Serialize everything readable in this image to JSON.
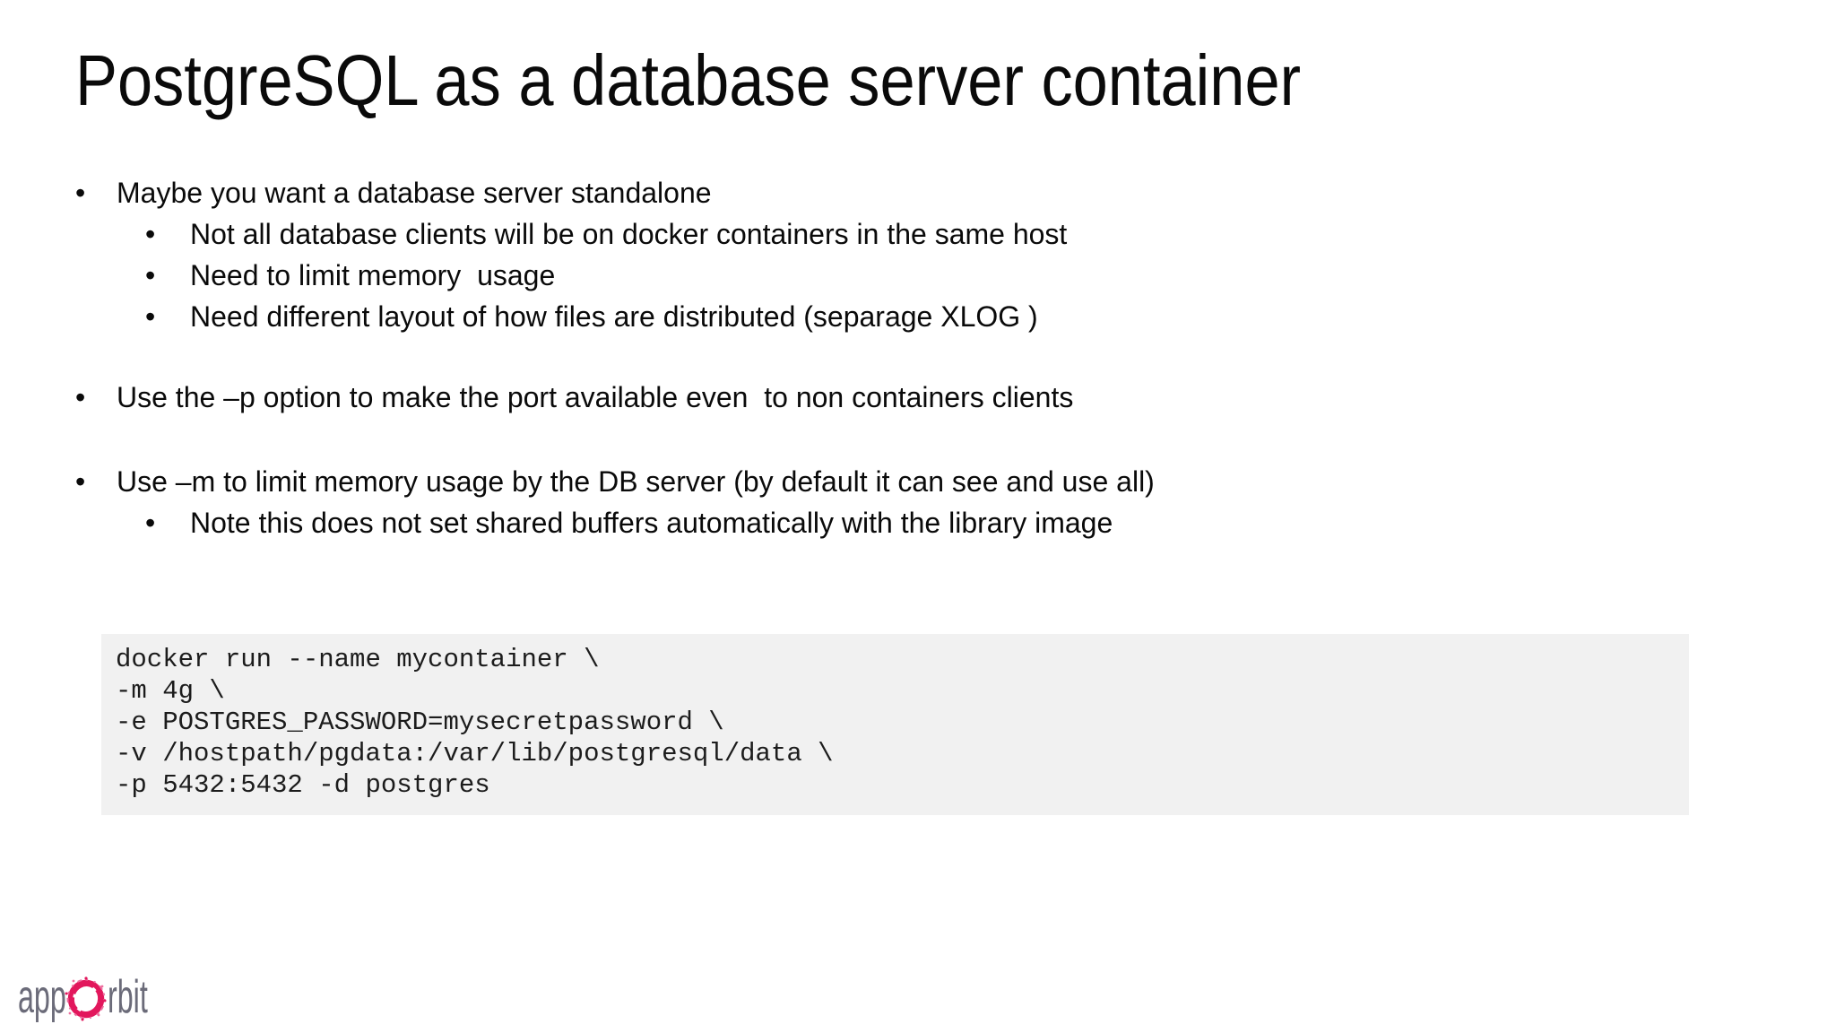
{
  "slide": {
    "title": "PostgreSQL as a database server container"
  },
  "bullets": {
    "marker": "•",
    "items": [
      {
        "level": 1,
        "text": "Maybe you want a database server standalone"
      },
      {
        "level": 2,
        "text": "Not all database clients will be on docker containers in the same host"
      },
      {
        "level": 2,
        "text": "Need to limit memory  usage"
      },
      {
        "level": 2,
        "text": "Need different layout of how files are distributed (separage XLOG )"
      },
      {
        "level": 1,
        "text": "Use the –p option to make the port available even  to non containers clients"
      },
      {
        "level": 1,
        "text": "Use –m to limit memory usage by the DB server (by default it can see and use all)"
      },
      {
        "level": 2,
        "text": "Note this does not set shared buffers automatically with the library image"
      }
    ]
  },
  "code": {
    "background": "#f1f1f1",
    "text_color": "#1c1c1c",
    "lines": [
      "docker run --name mycontainer \\",
      "-m 4g \\",
      "-e POSTGRES_PASSWORD=mysecretpassword \\",
      "-v /hostpath/pgdata:/var/lib/postgresql/data \\",
      "-p 5432:5432 -d postgres"
    ]
  },
  "logo": {
    "prefix": "app",
    "suffix": "rbit",
    "o_icon": "scribble-ring-icon",
    "text_color": "#6b6b79",
    "accent_color": "#e2175c"
  }
}
